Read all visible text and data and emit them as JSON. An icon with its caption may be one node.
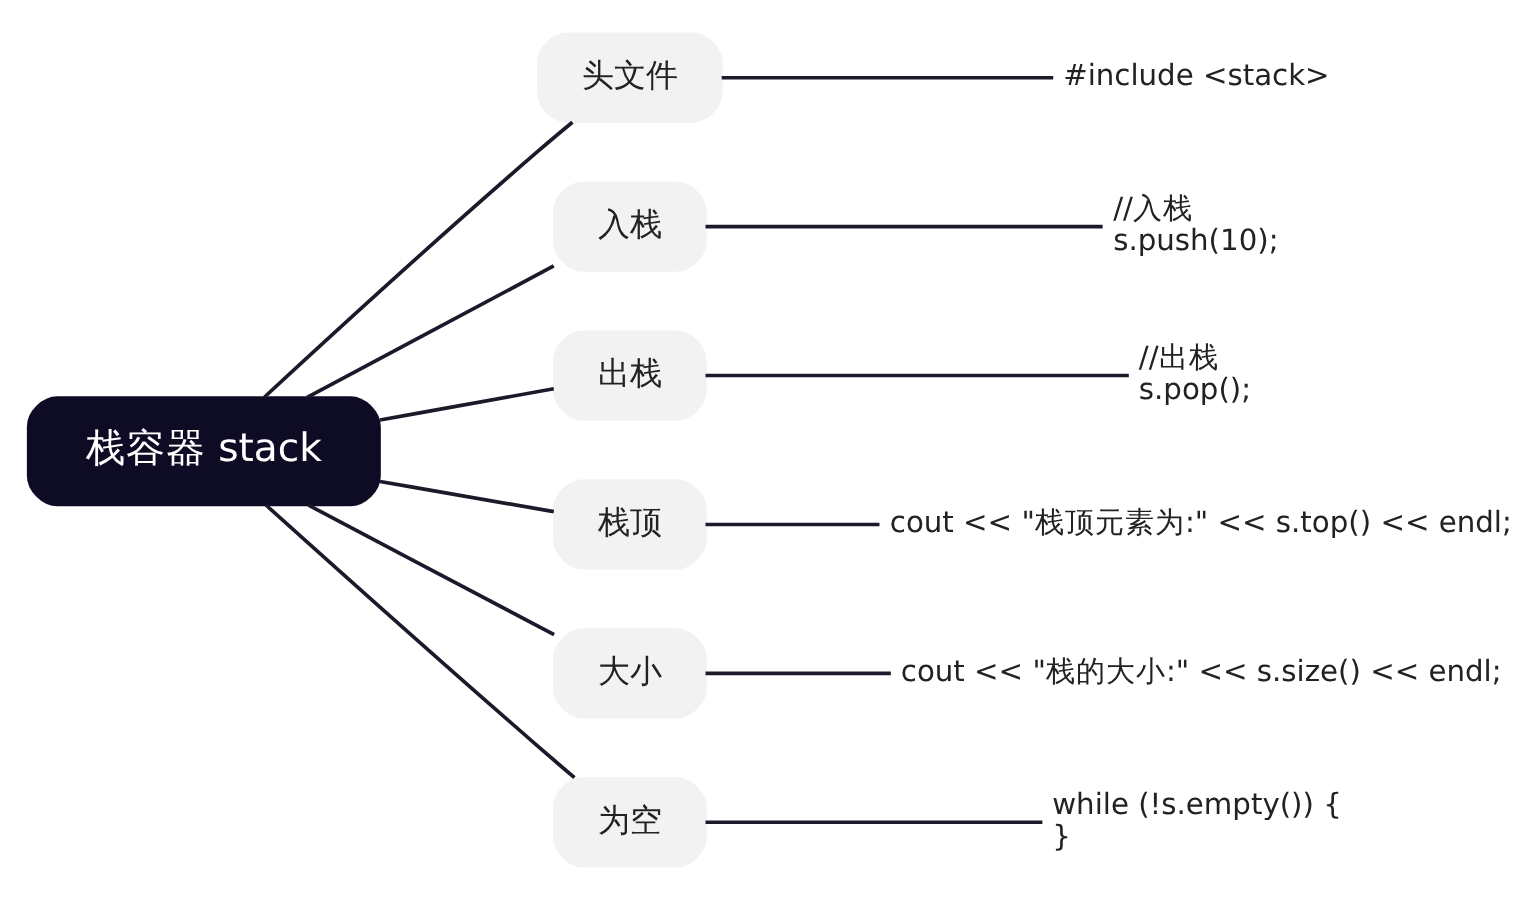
{
  "diagram": {
    "nodes": [
      {
        "text": [
          "栈容器 stack"
        ]
      },
      {
        "text": [
          "头文件"
        ]
      },
      {
        "text": [
          "#include <stack>"
        ]
      },
      {
        "text": [
          "入栈"
        ]
      },
      {
        "text": [
          "//入栈",
          "s.push(10);"
        ]
      },
      {
        "text": [
          "出栈"
        ]
      },
      {
        "text": [
          "//出栈",
          "s.pop();"
        ]
      },
      {
        "text": [
          "栈顶"
        ]
      },
      {
        "text": [
          "cout << \"栈顶元素为:\" << s.top() << endl;"
        ]
      },
      {
        "text": [
          "大小"
        ]
      },
      {
        "text": [
          "cout << \"栈的大小:\" << s.size() << endl;"
        ]
      },
      {
        "text": [
          "为空"
        ]
      },
      {
        "text": [
          "while (!s.empty()) {",
          "}"
        ]
      }
    ],
    "edges": [
      {
        "from": 0,
        "to": 1,
        "arrow": "none"
      },
      {
        "from": 1,
        "to": 2,
        "arrow": "none"
      },
      {
        "from": 0,
        "to": 3,
        "arrow": "none"
      },
      {
        "from": 3,
        "to": 4,
        "arrow": "none"
      },
      {
        "from": 0,
        "to": 5,
        "arrow": "none"
      },
      {
        "from": 5,
        "to": 6,
        "arrow": "none"
      },
      {
        "from": 0,
        "to": 7,
        "arrow": "none"
      },
      {
        "from": 7,
        "to": 8,
        "arrow": "none"
      },
      {
        "from": 0,
        "to": 9,
        "arrow": "none"
      },
      {
        "from": 9,
        "to": 10,
        "arrow": "none"
      },
      {
        "from": 0,
        "to": 11,
        "arrow": "none"
      },
      {
        "from": 11,
        "to": 12,
        "arrow": "none"
      }
    ]
  }
}
